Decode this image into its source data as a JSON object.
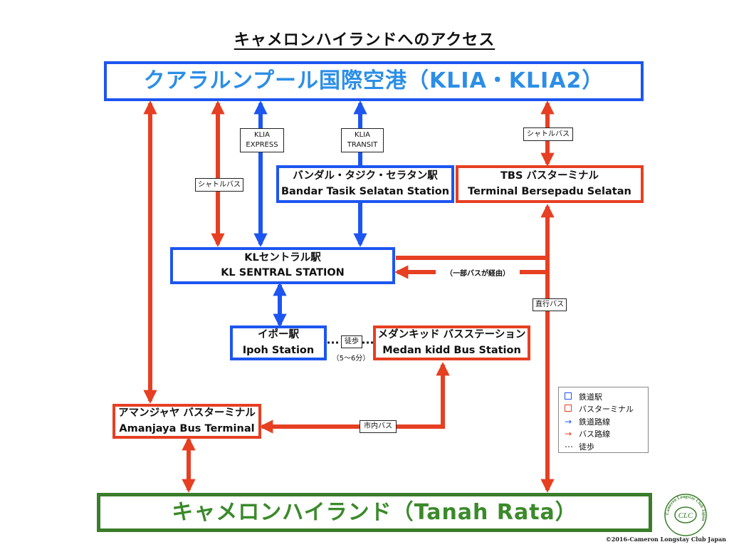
{
  "title": "キャメロンハイランドへのアクセス",
  "klia": {
    "label": "クアラルンプール国際空港（KLIA・KLIA2）"
  },
  "cameron": {
    "label": "キャメロンハイランド（Tanah Rata）"
  },
  "bts": {
    "jp": "バンダル・タジク・セラタン駅",
    "en": "Bandar Tasik Selatan Station"
  },
  "tbs": {
    "jp": "TBS バスターミナル",
    "en": "Terminal Bersepadu Selatan"
  },
  "kl": {
    "jp": "KLセントラル駅",
    "en": "KL SENTRAL STATION"
  },
  "ipoh": {
    "jp": "イポー駅",
    "en": "Ipoh Station"
  },
  "medan": {
    "jp": "メダンキッド バスステーション",
    "en": "Medan kidd Bus Station"
  },
  "amanjaya": {
    "jp": "アマンジャヤ バスターミナル",
    "en": "Amanjaya Bus Terminal"
  },
  "labels": {
    "shuttle_left": "シャトルバス",
    "klia_express": [
      "KLIA",
      "EXPRESS"
    ],
    "klia_transit": [
      "KLIA",
      "TRANSIT"
    ],
    "shuttle_right": "シャトルバス",
    "some_buses": "（一部バスが経由）",
    "direct_bus": "直行バス",
    "walk": "徒歩",
    "walk_time": "（5〜6分）",
    "city_bus": "市内バス"
  },
  "legend": [
    {
      "sym": "square",
      "color": "#1d55f0",
      "text": "鉄道駅"
    },
    {
      "sym": "square",
      "color": "#e63f22",
      "text": "バスターミナル"
    },
    {
      "sym": "→",
      "color": "#1d55f0",
      "text": "鉄道路線"
    },
    {
      "sym": "→",
      "color": "#e63f22",
      "text": "バス路線"
    },
    {
      "sym": "⋯",
      "color": "#222222",
      "text": "徒歩"
    }
  ],
  "copyright": "©2016-Cameron Longstay Club Japan",
  "logo": {
    "text": "Cameron Longstay Club Japan",
    "initials": "CLC"
  },
  "colors": {
    "rail": "#1d55f0",
    "bus": "#e63f22",
    "klia_text": "#2c8ee6",
    "cameron": "#3a7d2a"
  }
}
